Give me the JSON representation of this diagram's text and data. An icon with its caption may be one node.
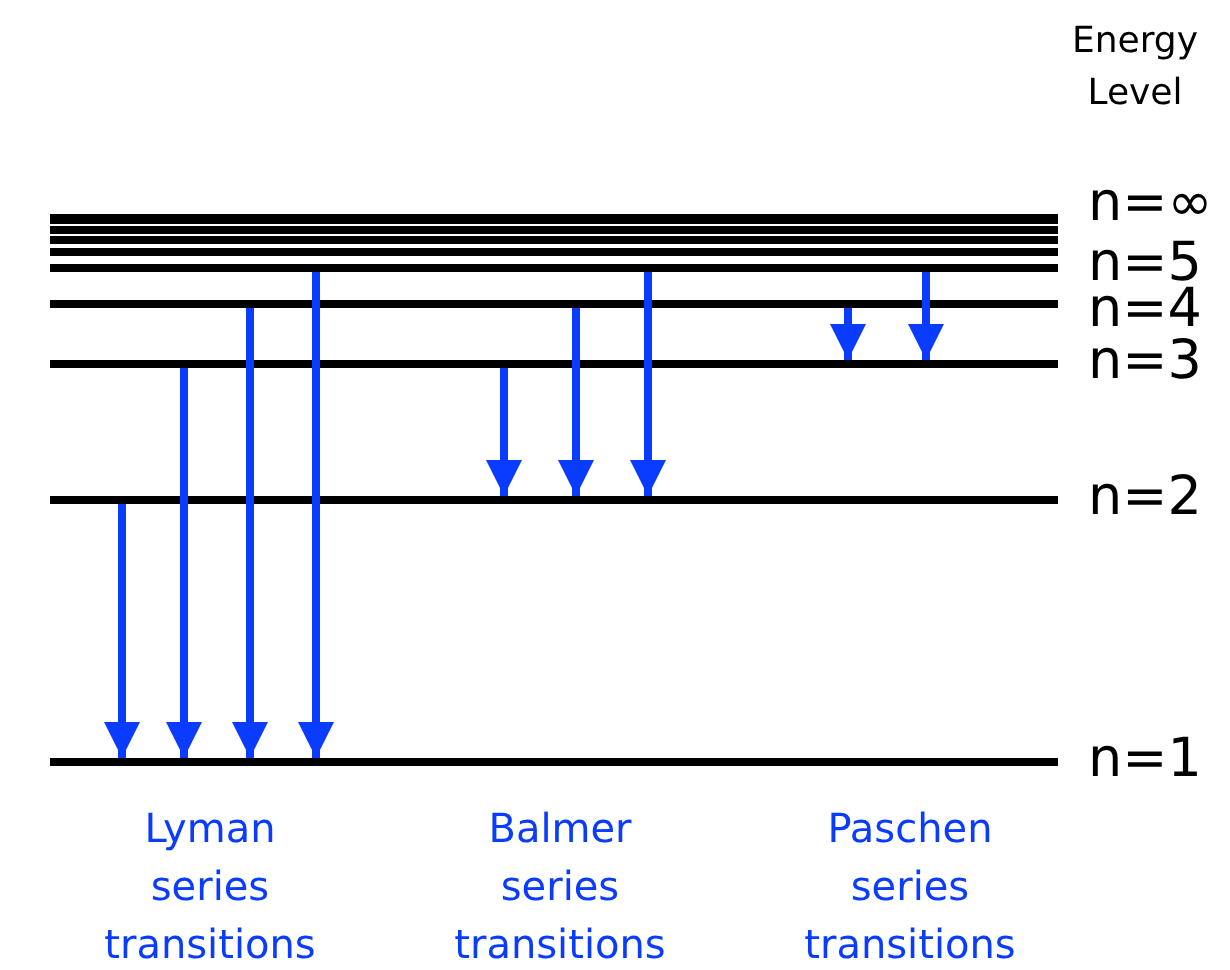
{
  "diagram": {
    "nodes": [
      {
        "text": [
          "n=∞"
        ]
      },
      {
        "text": [],
        "shape": "bar"
      },
      {
        "text": [],
        "shape": "bar"
      },
      {
        "text": [],
        "shape": "bar"
      },
      {
        "text": [
          "n=5"
        ]
      },
      {
        "text": [
          "n=4"
        ]
      },
      {
        "text": [
          "n=3"
        ]
      },
      {
        "text": [
          "n=2"
        ]
      },
      {
        "text": [
          "n=1"
        ]
      }
    ],
    "edges": [
      {
        "from": 7,
        "to": 8,
        "arrow": "to"
      },
      {
        "from": 6,
        "to": 8,
        "arrow": "to"
      },
      {
        "from": 5,
        "to": 8,
        "arrow": "to"
      },
      {
        "from": 4,
        "to": 8,
        "arrow": "to"
      },
      {
        "from": 6,
        "to": 7,
        "arrow": "to"
      },
      {
        "from": 5,
        "to": 7,
        "arrow": "to"
      },
      {
        "from": 4,
        "to": 7,
        "arrow": "to"
      },
      {
        "from": 5,
        "to": 6,
        "arrow": "to"
      },
      {
        "from": 4,
        "to": 6,
        "arrow": "to"
      }
    ],
    "labels": [
      "Energy Level",
      "Lyman series transitions",
      "Balmer series transitions",
      "Paschen series transitions"
    ]
  }
}
